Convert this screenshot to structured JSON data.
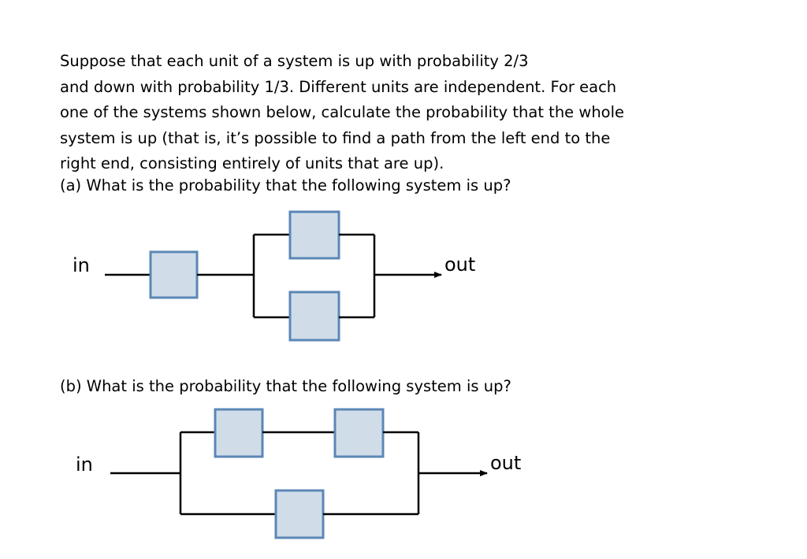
{
  "problem": {
    "lines": [
      "Suppose that each unit of a system is up with probability 2/3",
      "and down with probability 1/3. Different units are independent. For each",
      "one of the systems shown below, calculate the probability that the whole",
      "system is up (that is, it’s possible to find a path from the left end to the",
      "right end, consisting entirely of units that are up)."
    ]
  },
  "part_a": {
    "question": "(a) What is the probability that the following system is up?",
    "in_label": "in",
    "out_label": "out"
  },
  "part_b": {
    "question": "(b) What is the probability that the following system is up?",
    "in_label": "in",
    "out_label": "out"
  },
  "colors": {
    "unit_fill": "#d0dde9",
    "unit_stroke": "#5b87b6",
    "wire": "#000000"
  }
}
